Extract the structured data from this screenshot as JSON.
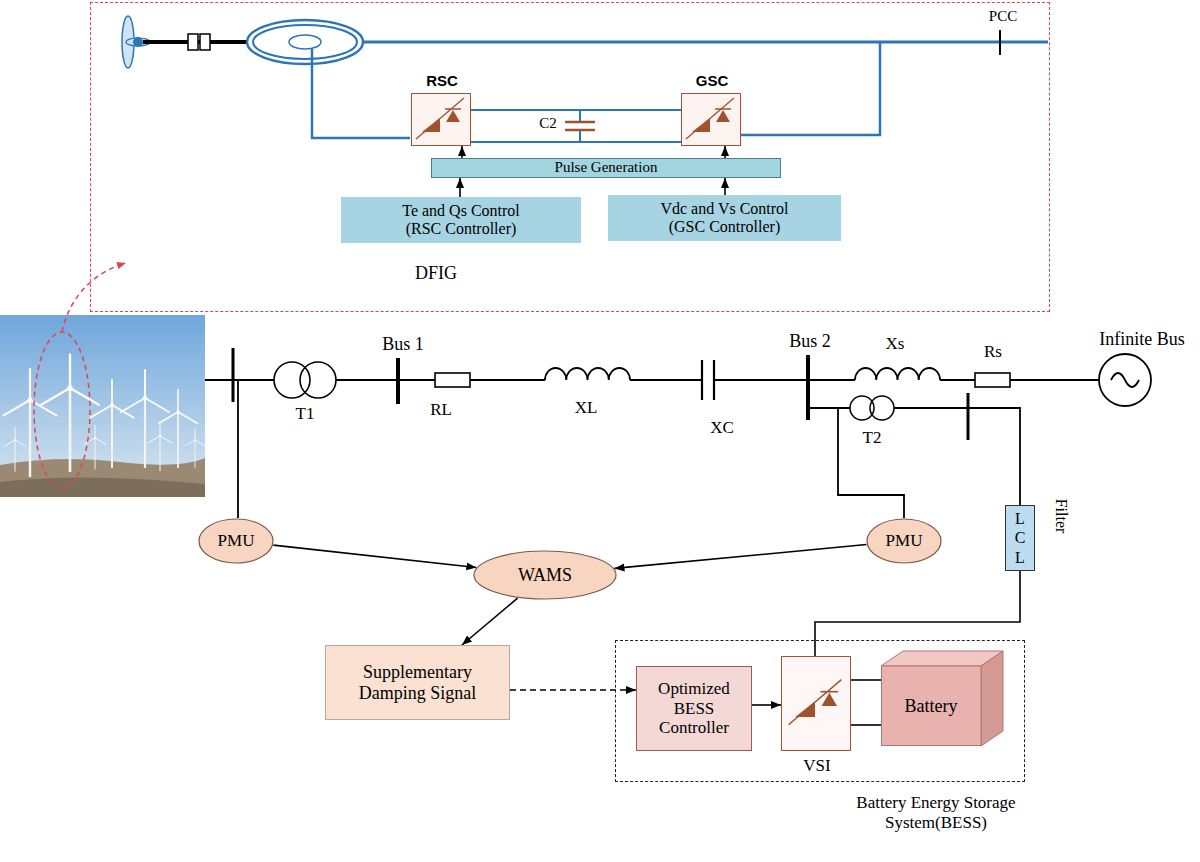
{
  "diagram": {
    "nodes": [
      {
        "text": [
          "DFIG"
        ]
      },
      {
        "text": [
          "RSC"
        ],
        "in": 0
      },
      {
        "text": [
          "GSC"
        ],
        "in": 0
      },
      {
        "text": [
          "Pulse Generation"
        ],
        "in": 0
      },
      {
        "text": [
          "Te and Qs Control (RSC Controller)"
        ],
        "in": 0
      },
      {
        "text": [
          "Vdc and Vs Control (GSC Controller)"
        ],
        "in": 0
      },
      {
        "text": [
          "PMU"
        ]
      },
      {
        "text": [
          "PMU"
        ]
      },
      {
        "text": [
          "WAMS"
        ]
      },
      {
        "text": [
          "L C L",
          "Filter"
        ]
      },
      {
        "text": [
          "Supplementary Damping Signal"
        ]
      },
      {
        "text": [
          "Battery Energy Storage System(BESS)"
        ]
      },
      {
        "text": [
          "Optimized BESS Controller"
        ],
        "in": 11
      },
      {
        "text": [
          "VSI"
        ],
        "in": 11
      },
      {
        "text": [
          "Battery"
        ],
        "in": 11
      }
    ],
    "edges": [
      {
        "from": 3,
        "to": 1,
        "arrow": "to"
      },
      {
        "from": 3,
        "to": 2,
        "arrow": "to"
      },
      {
        "from": 4,
        "to": 3,
        "arrow": "to"
      },
      {
        "from": 5,
        "to": 3,
        "arrow": "to"
      },
      {
        "from": 1,
        "to": 2,
        "arrow": "none"
      },
      {
        "from": 1,
        "to": 2,
        "arrow": "none"
      },
      {
        "from": 6,
        "to": 8,
        "arrow": "to"
      },
      {
        "from": 7,
        "to": 8,
        "arrow": "to"
      },
      {
        "from": 8,
        "to": 10,
        "arrow": "to"
      },
      {
        "from": 10,
        "to": 12,
        "arrow": "to"
      },
      {
        "from": 12,
        "to": 13,
        "arrow": "to"
      },
      {
        "from": 13,
        "to": 14,
        "arrow": "none"
      },
      {
        "from": 13,
        "to": 14,
        "arrow": "none"
      },
      {
        "from": 9,
        "to": 13,
        "arrow": "none"
      }
    ],
    "labels": [
      "PCC",
      "C2",
      "Bus 1",
      "T1",
      "RL",
      "XL",
      "XC",
      "Bus 2",
      "Xs",
      "Rs",
      "Infinite Bus",
      "T2"
    ]
  }
}
